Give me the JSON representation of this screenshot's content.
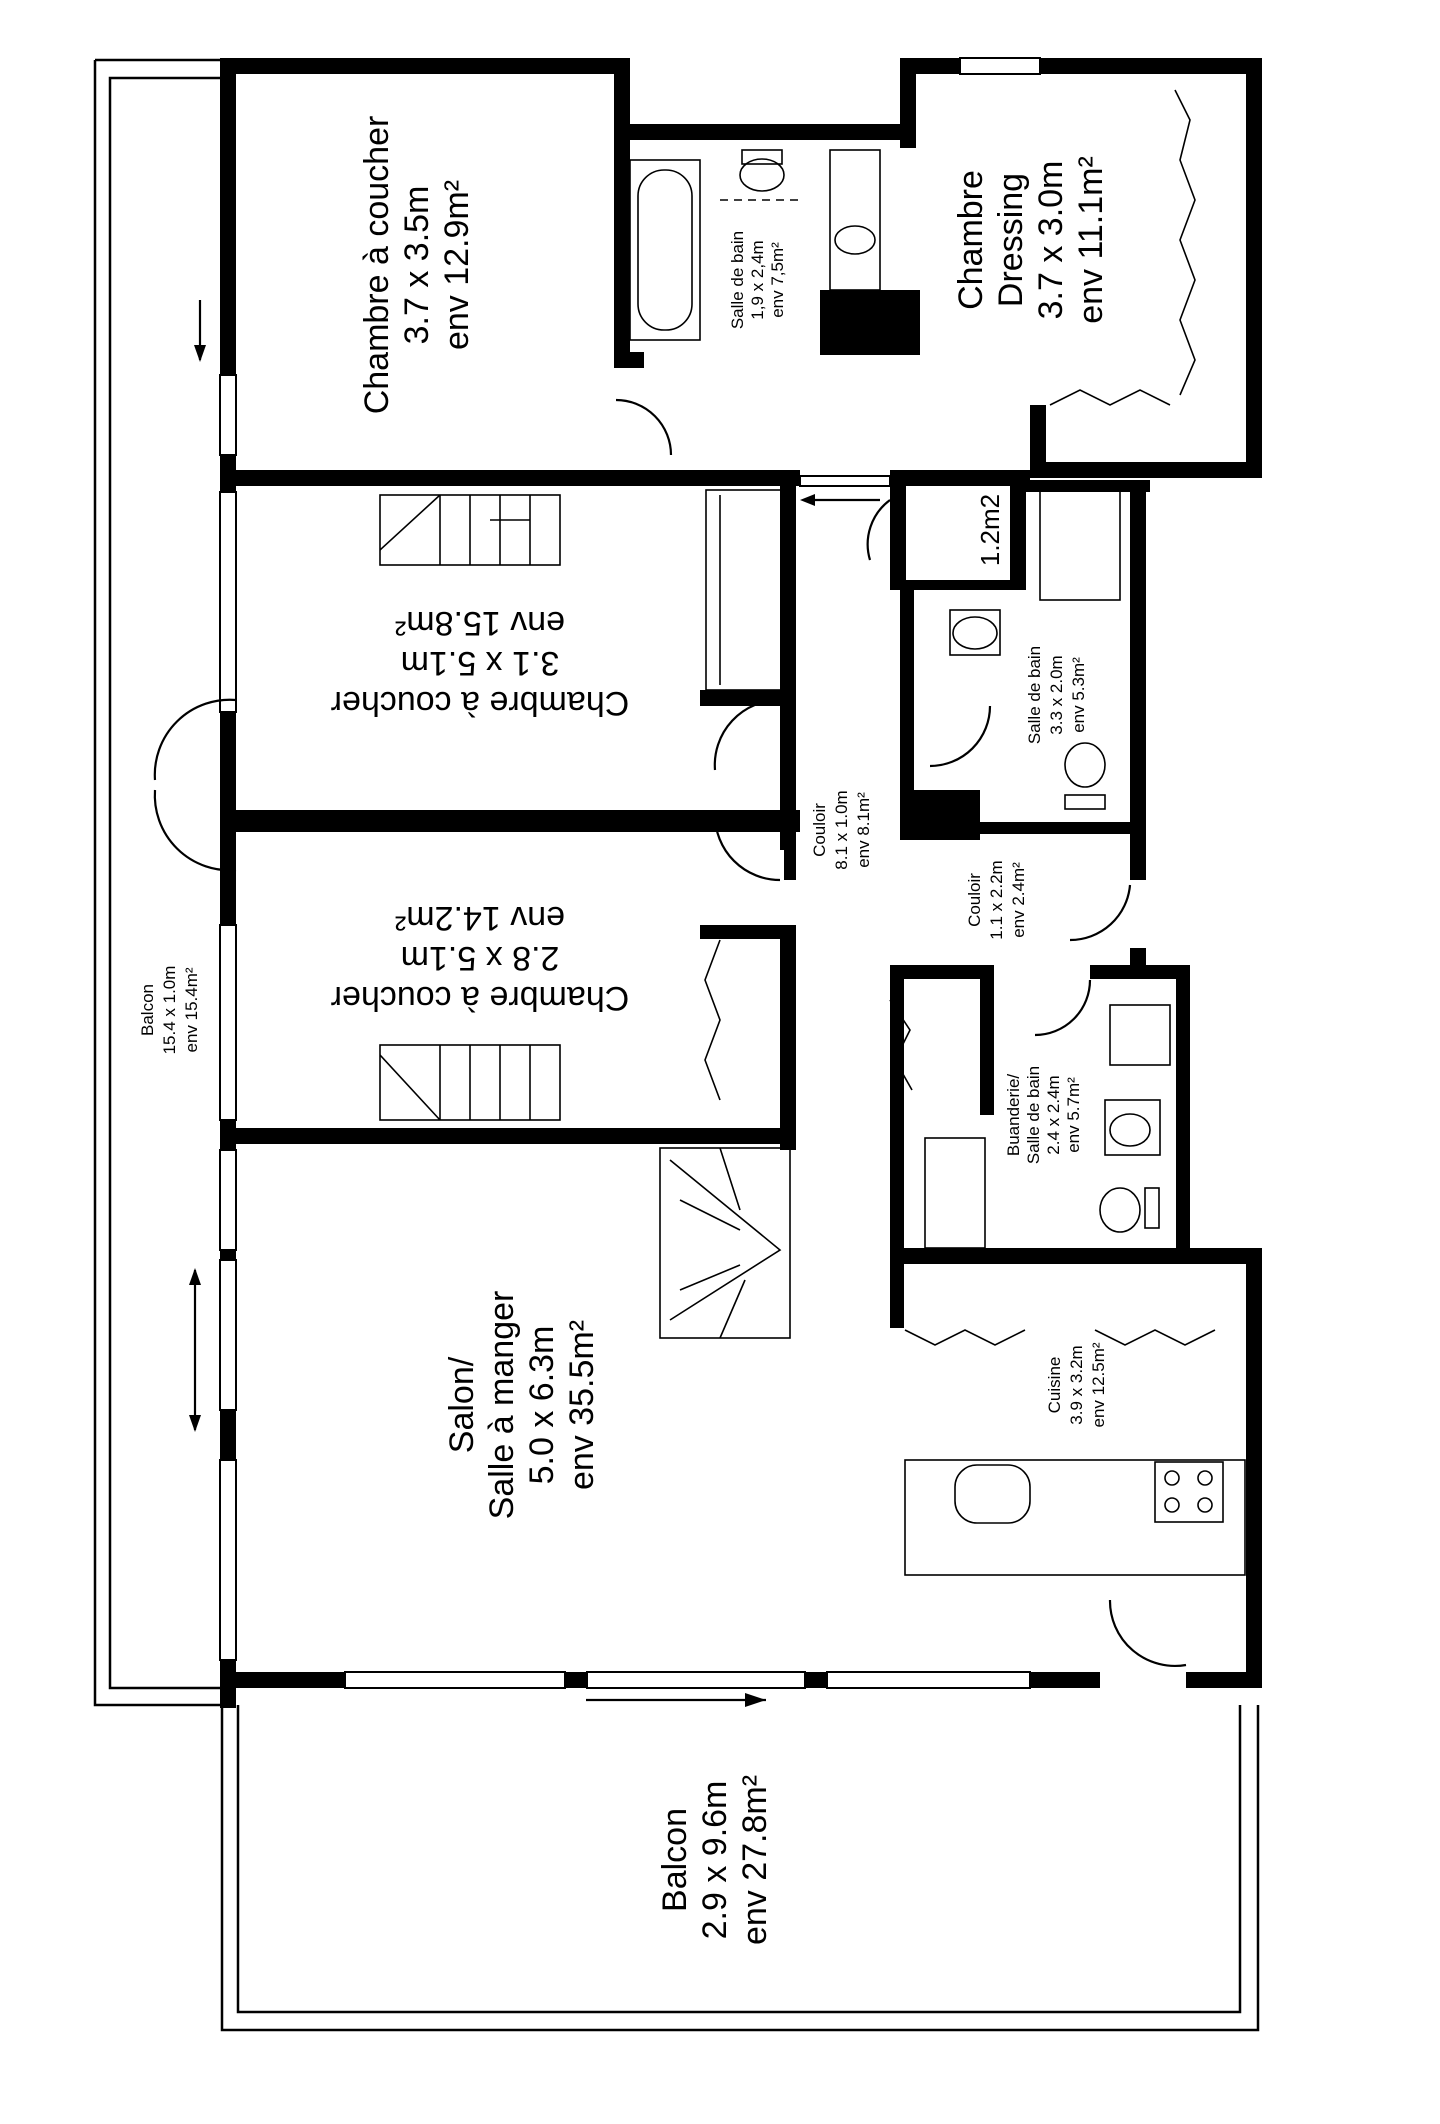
{
  "rooms": {
    "chambre_nw": {
      "name": "Chambre à coucher",
      "dims": "3.7 x 3.5m",
      "area": "env 12.9m²"
    },
    "sdb_top": {
      "name": "Salle de bain",
      "dims": "1,9 x 2,4m",
      "area": "env 7,5m²"
    },
    "dressing": {
      "line1": "Chambre",
      "line2": "Dressing",
      "dims": "3.7 x 3.0m",
      "area": "env 11.1m²"
    },
    "chambre_2": {
      "name": "Chambre à coucher",
      "dims": "3.1 x 5.1m",
      "area": "env 15.8m²"
    },
    "chambre_3": {
      "name": "Chambre à coucher",
      "dims": "2.8 x 5.1m",
      "area": "env 14.2m²"
    },
    "storage": {
      "label": "1.2m2"
    },
    "sdb_mid": {
      "name": "Salle de bain",
      "dims": "3.3 x 2.0m",
      "area": "env 5.3m²"
    },
    "couloir_main": {
      "name": "Couloir",
      "dims": "8.1 x 1.0m",
      "area": "env 8.1m²"
    },
    "couloir_small": {
      "name": "Couloir",
      "dims": "1.1 x 2.2m",
      "area": "env 2.4m²"
    },
    "buanderie": {
      "line1": "Buanderie/",
      "line2": "Salle de bain",
      "dims": "2.4 x 2.4m",
      "area": "env 5.7m²"
    },
    "balcon_long": {
      "name": "Balcon",
      "dims": "15.4 x 1.0m",
      "area": "env 15.4m²"
    },
    "salon": {
      "line1": "Salon/",
      "line2": "Salle à manger",
      "dims": "5.0 x 6.3m",
      "area": "env 35.5m²"
    },
    "cuisine": {
      "name": "Cuisine",
      "dims": "3.9 x 3.2m",
      "area": "env 12.5m²"
    },
    "balcon_big": {
      "name": "Balcon",
      "dims": "2.9 x 9.6m",
      "area": "env 27.8m²"
    }
  }
}
